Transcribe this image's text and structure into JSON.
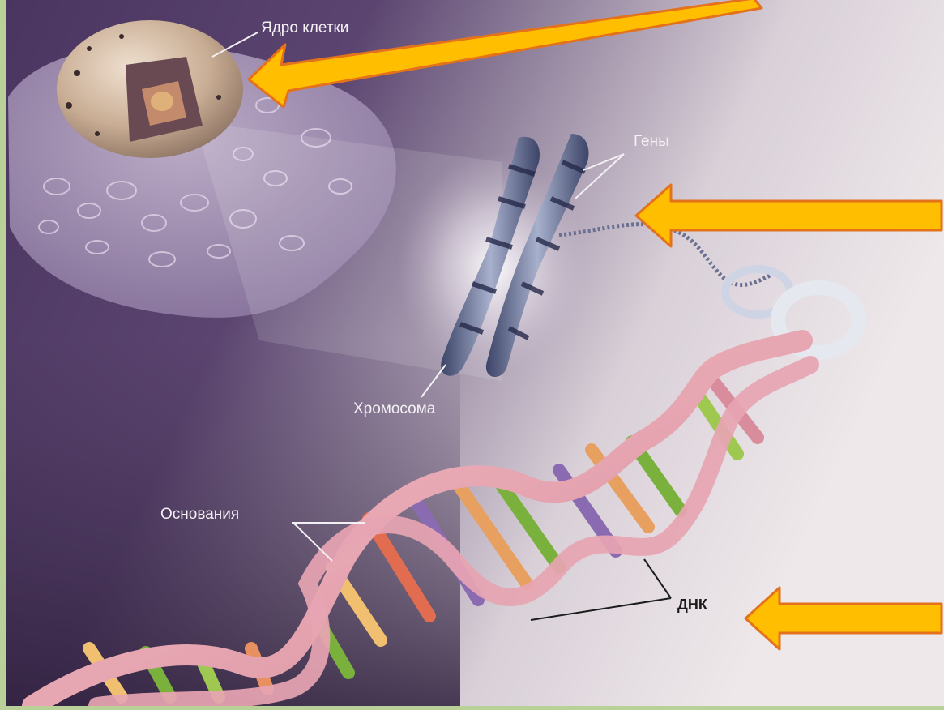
{
  "labels": {
    "nucleus": "Ядро клетки",
    "genes": "Гены",
    "chromosome": "Хромосома",
    "bases": "Основания",
    "dna": "ДНК"
  },
  "colors": {
    "frame": "#b9d199",
    "arrow_fill": "#ffbf00",
    "arrow_stroke": "#e4711b",
    "background_dark": "#3a2a4c",
    "background_light": "#ece6e8",
    "dna_ribbon": "#e9a8b4",
    "chromosome": "#5a6286"
  }
}
